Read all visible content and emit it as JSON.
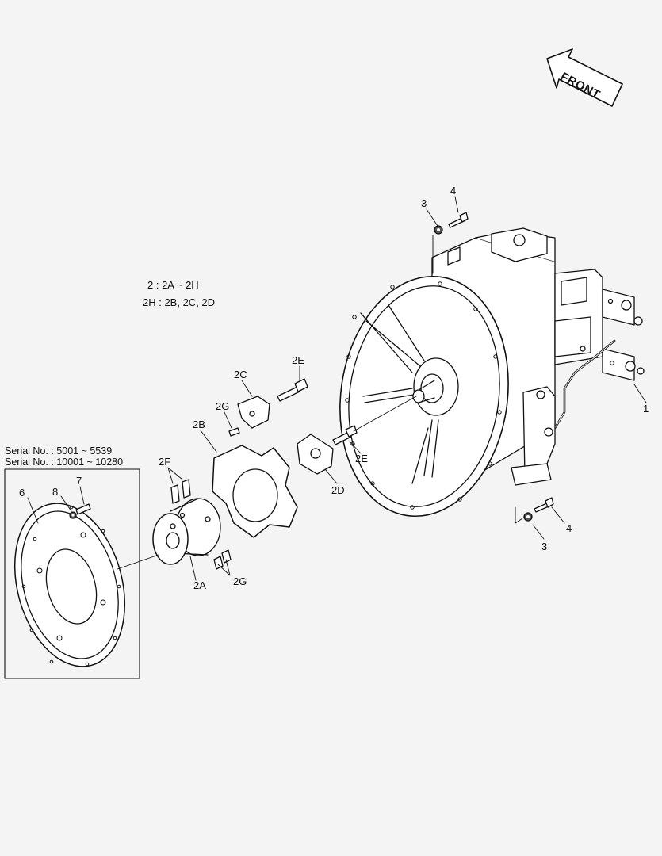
{
  "front_label": "FRONT",
  "notes": {
    "line1": "2  : 2A ~ 2H",
    "line2": "2H : 2B, 2C, 2D"
  },
  "serials": {
    "line1": "Serial No. : 5001 ~ 5539",
    "line2": "Serial No. : 10001 ~ 10280"
  },
  "callouts": {
    "c1": "1",
    "c3_top": "3",
    "c4_top": "4",
    "c3_bottom": "3",
    "c4_bottom": "4",
    "c2A": "2A",
    "c2B": "2B",
    "c2C": "2C",
    "c2D": "2D",
    "c2E_top": "2E",
    "c2E_bottom": "2E",
    "c2F": "2F",
    "c2G_top": "2G",
    "c2G_bottom": "2G",
    "c6": "6",
    "c7": "7",
    "c8": "8"
  }
}
